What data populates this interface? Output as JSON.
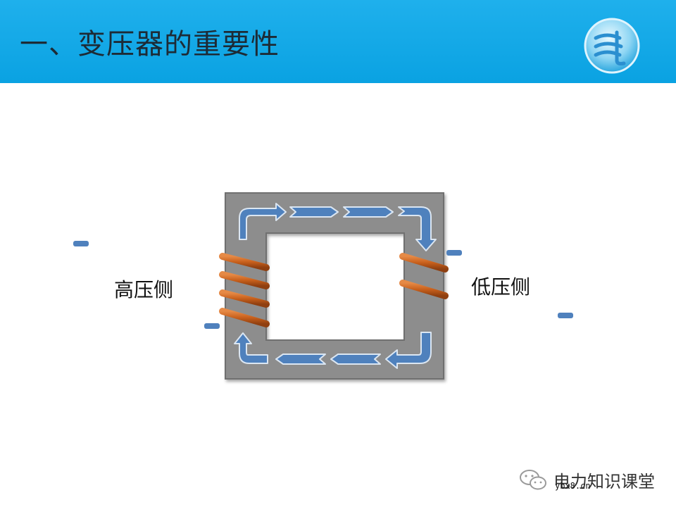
{
  "header": {
    "title": "一、变压器的重要性",
    "background_color": "#13a9e8"
  },
  "diagram": {
    "high_voltage_label": "高压侧",
    "low_voltage_label": "低压侧",
    "core_color": "#8d8d8d",
    "winding_color": "#c8601c",
    "flux_arrow_color": "#4f81bd",
    "high_voltage_turns": 4,
    "low_voltage_turns": 2
  },
  "watermark": {
    "name": "电力知识课堂",
    "site": "ybx8.cn",
    "icon": "wechat-icon"
  }
}
